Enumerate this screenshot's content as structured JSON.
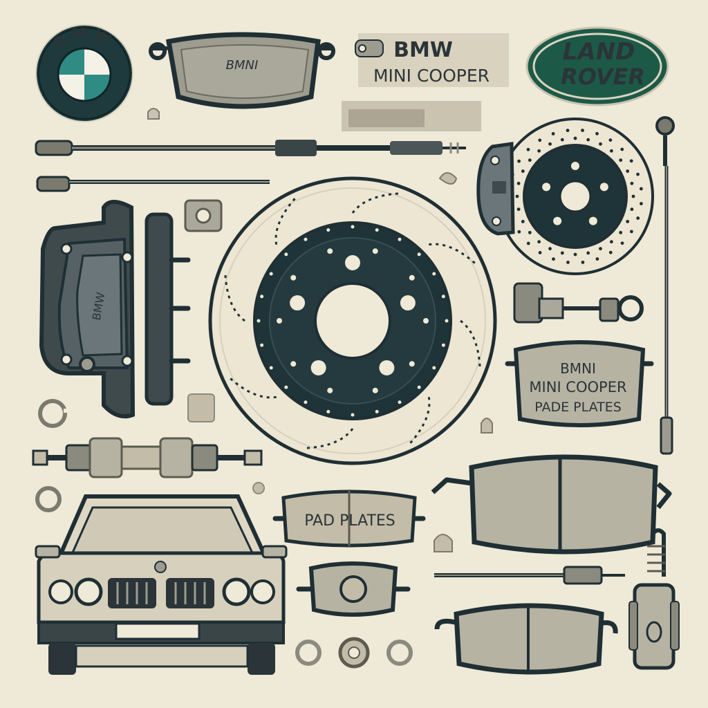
{
  "logos": {
    "bmw_ring_text": "BMW",
    "land_rover_line1": "LAND",
    "land_rover_line2": "ROVER"
  },
  "tag_label": {
    "brand": "BMW",
    "model": "MINI COOPER"
  },
  "engravings": {
    "top_pad": "BMNI",
    "caliper_body": "BMW"
  },
  "pad_plate_right": {
    "line1": "BMNI",
    "line2": "MINI COOPER",
    "line3": "PADE PLATES"
  },
  "pad_plate_center": {
    "label": "PAD PLATES"
  },
  "colors": {
    "background": "#efe9d7",
    "ink": "#1f2f34",
    "metal": "#a9a89b",
    "teal": "#1e5b52",
    "bmw_blue": "#2f8c84",
    "land_rover_green": "#1c5a47"
  }
}
